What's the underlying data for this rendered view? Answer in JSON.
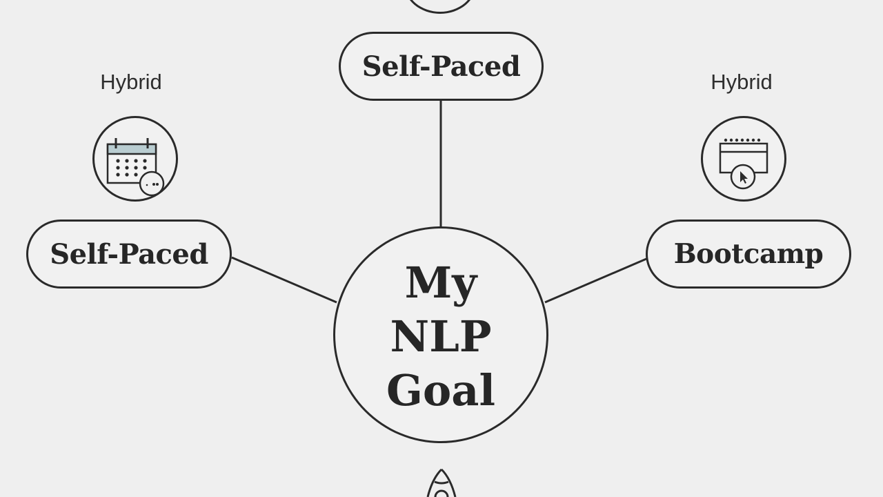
{
  "diagram": {
    "type": "mind-map",
    "center": {
      "lines": [
        "My",
        "NLP",
        "Goal"
      ]
    },
    "nodes": [
      {
        "id": "top",
        "label": "Self-Paced",
        "position": "top"
      },
      {
        "id": "left",
        "label": "Self-Paced",
        "position": "left",
        "caption": "Hybrid",
        "icon": "calendar-chat-icon"
      },
      {
        "id": "right",
        "label": "Bootcamp",
        "position": "right",
        "caption": "Hybrid",
        "icon": "calendar-cursor-icon"
      }
    ],
    "partial_elements": [
      {
        "position": "top",
        "icon": "circle-node-icon"
      },
      {
        "position": "bottom",
        "icon": "rocket-icon"
      }
    ],
    "colors": {
      "background": "#efefef",
      "stroke": "#2a2a2a",
      "text": "#262626",
      "calendar_header": "#b9cdd1"
    }
  }
}
